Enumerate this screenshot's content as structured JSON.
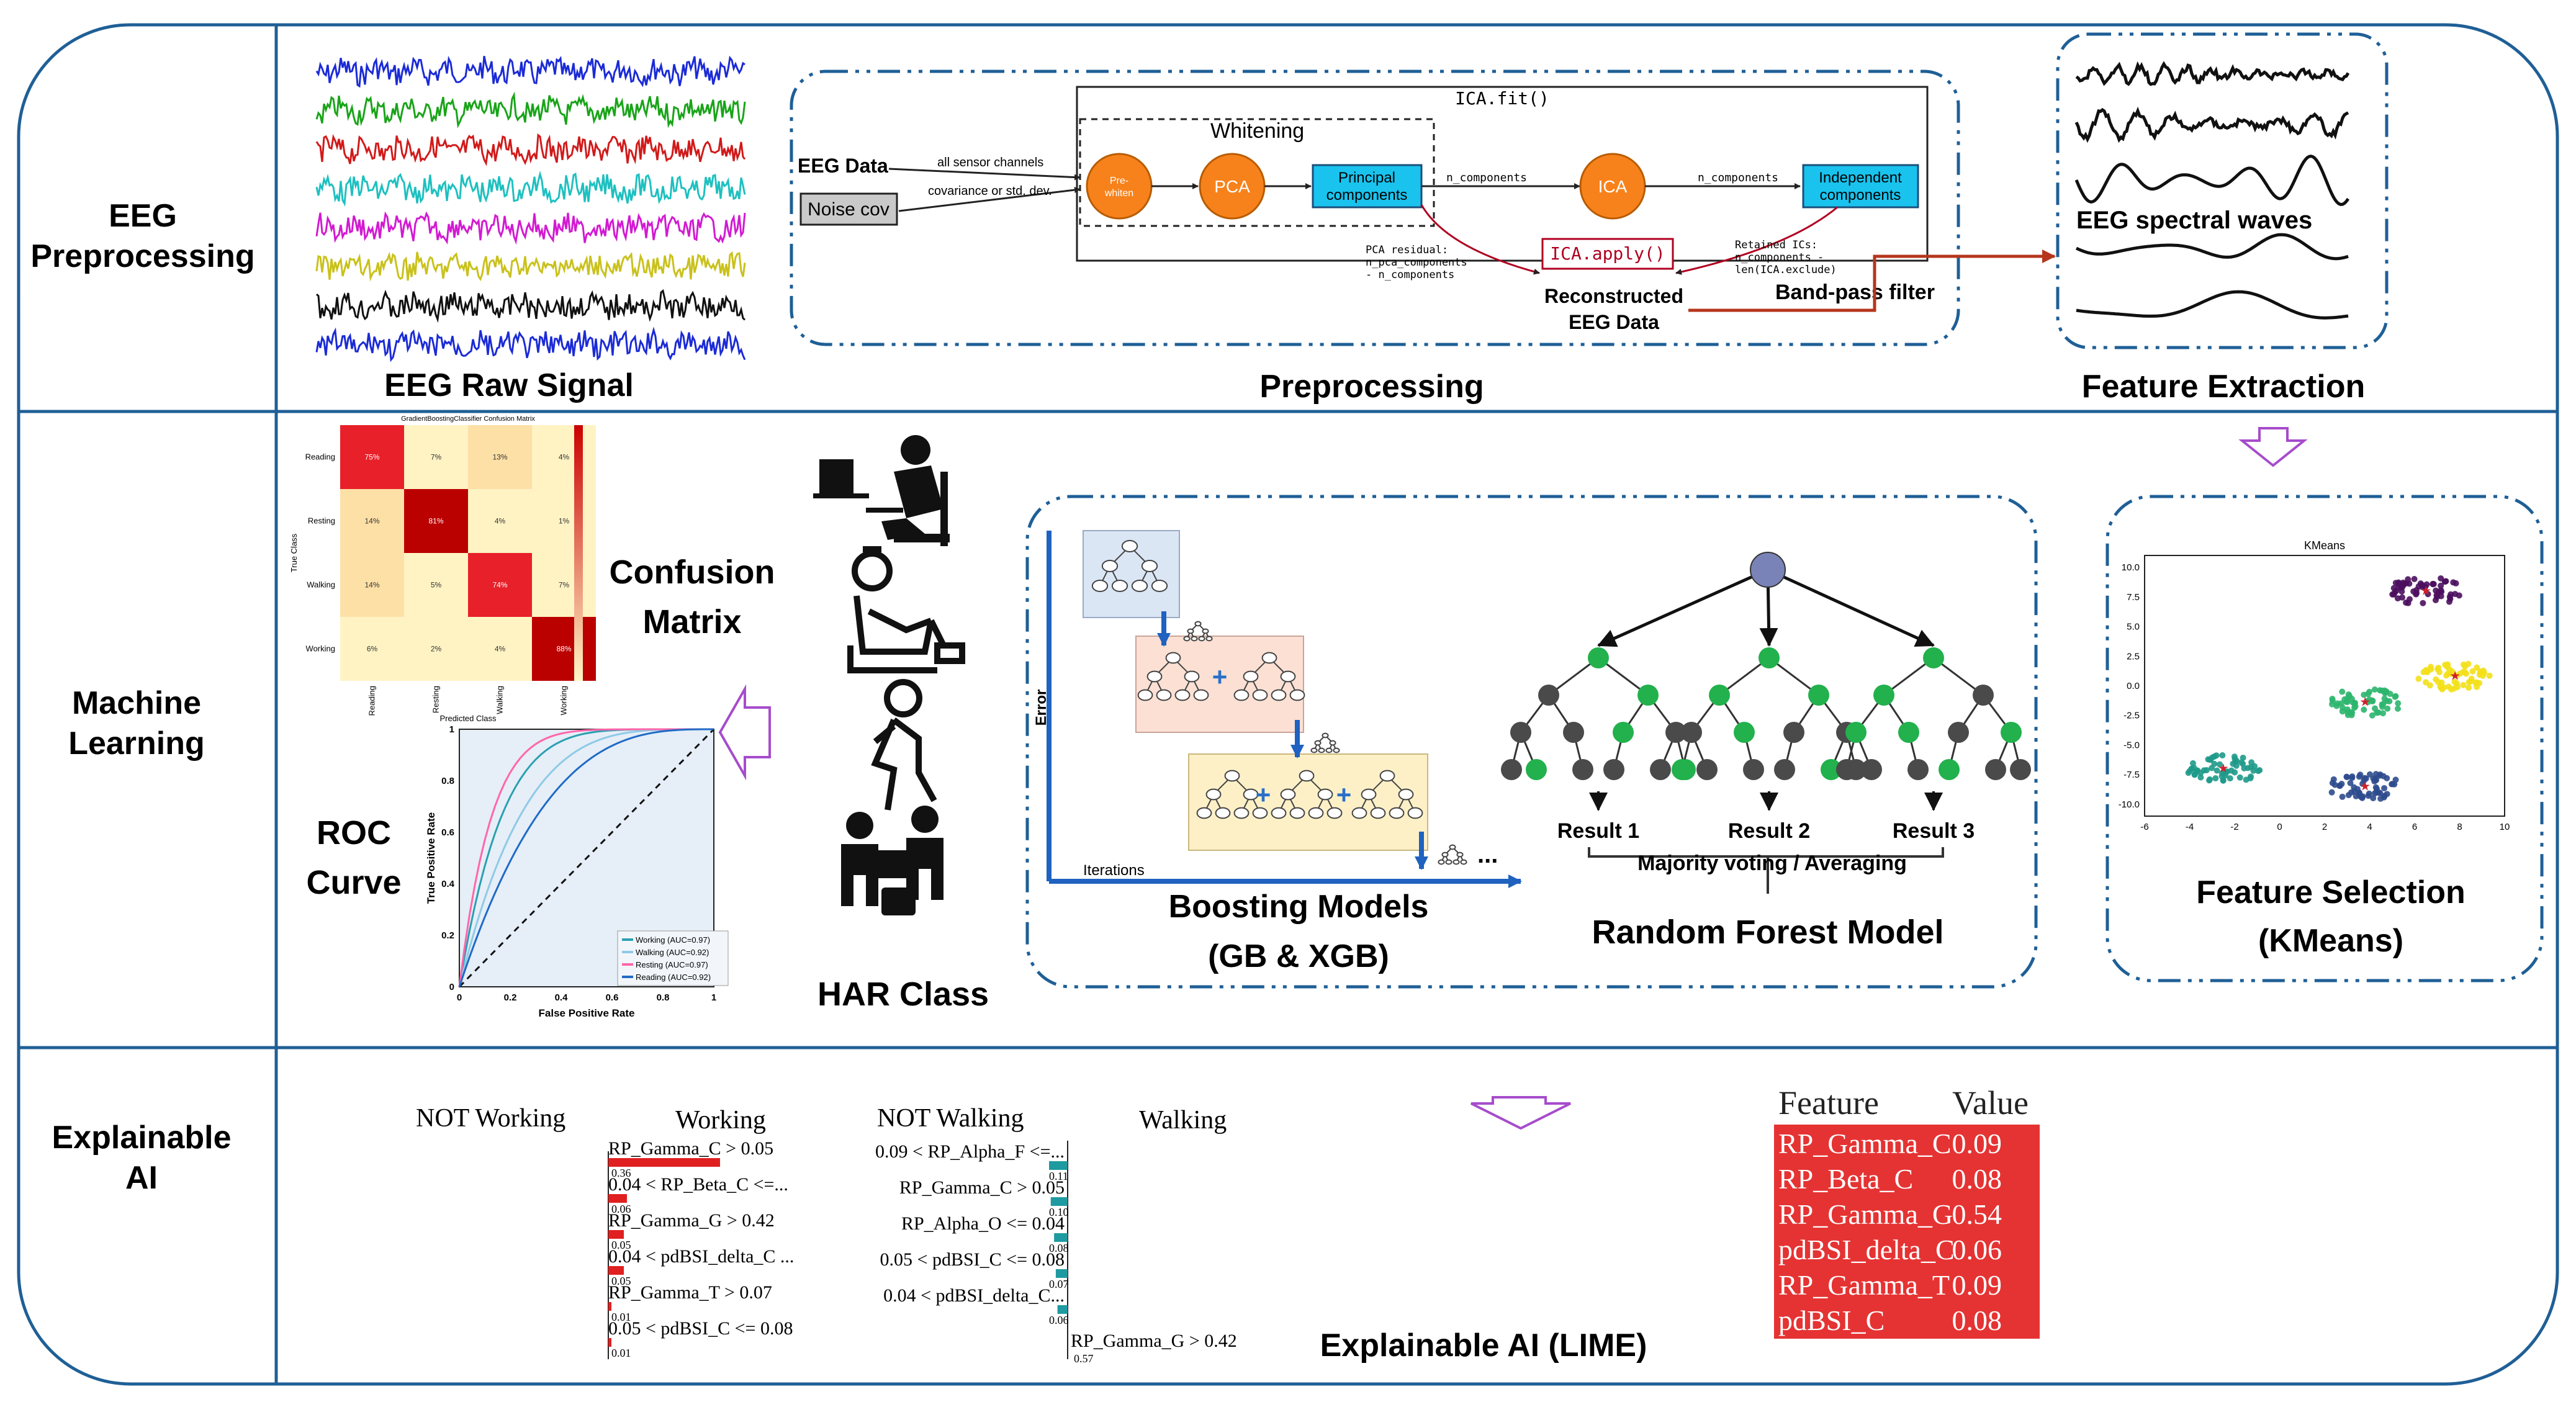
{
  "rows": {
    "preprocessing": "EEG\nPreprocessing",
    "ml": "Machine\nLearning",
    "xai": "Explainable\nAI"
  },
  "eeg_raw": {
    "caption": "EEG Raw Signal",
    "colors": [
      "#1b2bd6",
      "#18a418",
      "#d11a1a",
      "#1ec0c0",
      "#d21ad2",
      "#c9c11b",
      "#111111",
      "#1b2bd6"
    ]
  },
  "preprocessing": {
    "caption": "Preprocessing",
    "ica_fit": "ICA.fit()",
    "whitening": "Whitening",
    "eeg_data": "EEG Data",
    "noise_cov": "Noise cov",
    "all_sensor": "all sensor channels",
    "cov_std": "covariance or std. dev.",
    "prewhiten": "Pre-\nwhiten",
    "pca": "PCA",
    "principal": "Principal\ncomponents",
    "n_components_1": "n_components",
    "ica": "ICA",
    "n_components_2": "n_components",
    "independent": "Independent\ncomponents",
    "pca_residual": "PCA residual:\nn_pca_components\n- n_components",
    "ica_apply": "ICA.apply()",
    "retained": "Retained ICs:\nn_components -\nlen(ICA.exclude)",
    "reconstructed": "Reconstructed\nEEG Data",
    "bandpass": "Band-pass filter",
    "orange": "#f7821b",
    "cyan": "#19c3ee",
    "dark_red": "#b00020"
  },
  "feature_extraction": {
    "caption": "Feature Extraction",
    "waves_label": "EEG spectral waves"
  },
  "confusion": {
    "title": "GradientBoostingClassifier Confusion Matrix",
    "ylabel": "True Class",
    "xlabel": "Predicted Class",
    "classes": [
      "Reading",
      "Resting",
      "Walking",
      "Working"
    ],
    "matrix": [
      [
        "75%",
        "7%",
        "13%",
        "4%"
      ],
      [
        "14%",
        "81%",
        "4%",
        "1%"
      ],
      [
        "14%",
        "5%",
        "74%",
        "7%"
      ],
      [
        "6%",
        "2%",
        "4%",
        "88%"
      ]
    ],
    "caption": "Confusion\nMatrix"
  },
  "roc": {
    "caption": "ROC\nCurve",
    "ylabel": "True Positive Rate",
    "xlabel": "False Positive Rate",
    "xticks": [
      "0",
      "0.2",
      "0.4",
      "0.6",
      "0.8",
      "1"
    ],
    "yticks": [
      "0",
      "0.2",
      "0.4",
      "0.6",
      "0.8",
      "1"
    ],
    "legend": [
      "Working (AUC=0.97)",
      "Walking (AUC=0.92)",
      "Resting (AUC=0.97)",
      "Reading (AUC=0.92)"
    ]
  },
  "har": {
    "caption": "HAR Class"
  },
  "boosting": {
    "y_axis": "Error",
    "x_axis": "Iterations",
    "caption": "Boosting Models\n(GB & XGB)",
    "dots": "..."
  },
  "random_forest": {
    "results": [
      "Result 1",
      "Result 2",
      "Result 3"
    ],
    "voting": "Majority voting / Averaging",
    "caption": "Random Forest Model"
  },
  "kmeans": {
    "title": "KMeans",
    "xticks": [
      "-6",
      "-4",
      "-2",
      "0",
      "2",
      "4",
      "6",
      "8",
      "10"
    ],
    "yticks": [
      "10.0",
      "7.5",
      "5.0",
      "2.5",
      "0.0",
      "-2.5",
      "-5.0",
      "-7.5",
      "-10.0"
    ],
    "caption": "Feature Selection\n(KMeans)"
  },
  "lime": {
    "left_not": "NOT Working",
    "left_yes": "Working",
    "left_rules": [
      "RP_Gamma_C > 0.05",
      "0.04 < RP_Beta_C <=...",
      "RP_Gamma_G > 0.42",
      "0.04 < pdBSI_delta_C ...",
      "RP_Gamma_T > 0.07",
      "0.05 < pdBSI_C <= 0.08"
    ],
    "left_vals": [
      "0.36",
      "0.06",
      "0.05",
      "0.05",
      "0.01",
      "0.01"
    ],
    "mid_not": "NOT Walking",
    "mid_yes": "Walking",
    "mid_rules": [
      "0.09 < RP_Alpha_F <=...",
      "RP_Gamma_C > 0.05",
      "RP_Alpha_O <= 0.04",
      "0.05 < pdBSI_C <= 0.08",
      "0.04 < pdBSI_delta_C..."
    ],
    "mid_vals": [
      "0.11",
      "0.10",
      "0.08",
      "0.07",
      "0.06"
    ],
    "mid_extra": "RP_Gamma_G > 0.42",
    "mid_extra_val": "0.57",
    "caption": "Explainable AI (LIME)",
    "table_header": [
      "Feature",
      "Value"
    ],
    "table_rows": [
      [
        "RP_Gamma_C",
        "0.09"
      ],
      [
        "RP_Beta_C",
        "0.08"
      ],
      [
        "RP_Gamma_G",
        "0.54"
      ],
      [
        "pdBSI_delta_C",
        "0.06"
      ],
      [
        "RP_Gamma_T",
        "0.09"
      ],
      [
        "pdBSI_C",
        "0.08"
      ]
    ],
    "table_color": "#e53333"
  },
  "colors": {
    "frame": "#1f5f96",
    "arrow_purple": "#a64ccc",
    "arrow_red": "#b5361c",
    "green_node": "#22b14c",
    "grey_node": "#4a4a4a",
    "root_node": "#7a83b8",
    "blue_arrow": "#1f62c0"
  }
}
